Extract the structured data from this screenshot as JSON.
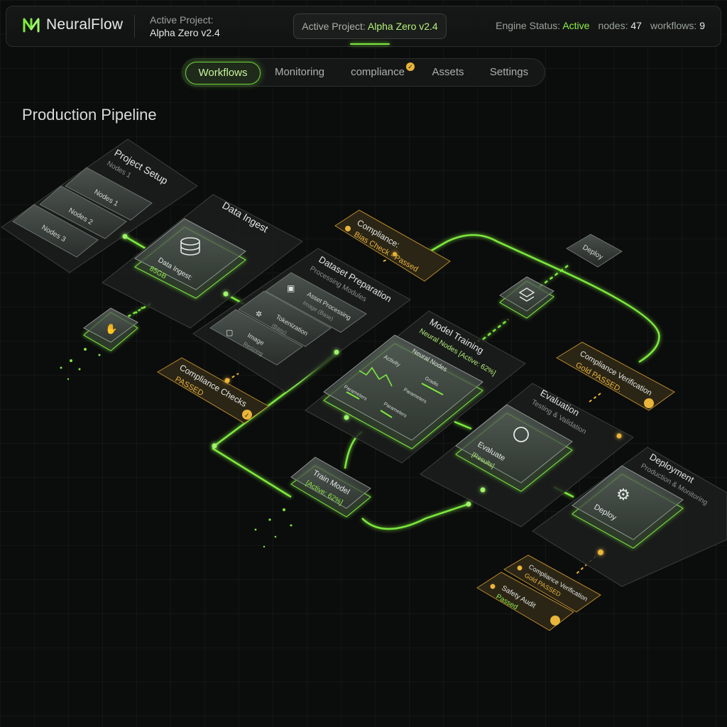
{
  "app": {
    "name": "NeuralFlow",
    "logo_icon": "neural-n-icon"
  },
  "header": {
    "active_project_label": "Active Project:",
    "active_project_value": "Alpha Zero v2.4",
    "chip_prefix": "Active Project: ",
    "chip_value": "Alpha Zero v2.4",
    "engine_status_label": "Engine Status:",
    "engine_status_value": "Active",
    "nodes_label": "nodes:",
    "nodes_value": "47",
    "workflows_label": "workflows:",
    "workflows_value": "9"
  },
  "tabs": [
    {
      "label": "Workflows",
      "active": true
    },
    {
      "label": "Monitoring"
    },
    {
      "label": "compliance"
    },
    {
      "label": "Assets"
    },
    {
      "label": "Settings"
    }
  ],
  "page": {
    "title": "Production Pipeline"
  },
  "pipeline": {
    "project_setup": {
      "title": "Project Setup",
      "subtitle": "Nodes 1",
      "items": [
        "Nodes 1",
        "Nodes 2",
        "Nodes 3"
      ]
    },
    "data_ingest": {
      "title": "Data Ingest",
      "card_label": "Data Ingest:",
      "card_value": "85GB"
    },
    "compliance_bias": {
      "title": "Compliance:",
      "value": "Bias Check - Passed"
    },
    "dataset_prep": {
      "title": "Dataset Preparation",
      "subtitle": "Processing Modules",
      "items": [
        {
          "label": "Asset Processing",
          "sub": "Image (Base)"
        },
        {
          "label": "Tokenization",
          "sub": "(Basy)"
        },
        {
          "label": "Image",
          "sub": "Resizing"
        }
      ]
    },
    "compliance_checks": {
      "title": "Compliance Checks",
      "value": "PASSED"
    },
    "model_training": {
      "title": "Model Training",
      "subtitle": "Neural Nodes [Active: 62%]",
      "panel_activity": "Activity",
      "panel_neural": "Neural Nodes",
      "panel_metrics": [
        "Gradis",
        "Parameters",
        "Parameters",
        "Parameters"
      ]
    },
    "train_model": {
      "title": "Train Model",
      "value": "[Active: 62%]"
    },
    "deploy_top": {
      "title": "Deploy"
    },
    "compliance_gold": {
      "title": "Compliance Verification",
      "value": "Gold PASSED."
    },
    "evaluation": {
      "title": "Evaluation",
      "subtitle": "Testing & Validation",
      "card_label": "Evaluate",
      "card_sub": "[Results]"
    },
    "deployment": {
      "title": "Deployment",
      "subtitle": "Production & Monitoring",
      "card_label": "Deploy"
    },
    "compliance_verif_small": {
      "title": "Compliance Verification",
      "value": "Gold PASSED"
    },
    "safety_audit": {
      "title": "Safety Audit",
      "value": "Passed"
    }
  },
  "colors": {
    "accent_green": "#7dea3e",
    "accent_amber": "#e9b53a",
    "bg": "#0b0c0c"
  }
}
